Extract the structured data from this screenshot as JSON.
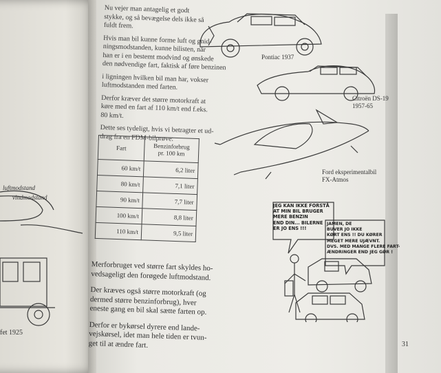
{
  "intro": {
    "l1": "Nu vejer man antagelig et godt",
    "l2": "stykke, og så bevægelse dels ikke så",
    "l3": "fuldt frem.",
    "l4": "Hvis man bil kunne forme luft og gnid-",
    "l5": "ningsmodstanden, kunne bilisten, når",
    "l6": "han er i en bestemt modvind og ønskede",
    "l7": "den nødvendige fart, faktisk af føre benzinen",
    "l8": "i ligningen hvilken bil man har, vokser",
    "l9": "luftmodstanden med farten.",
    "l10": "Derfor kræver det større motorkraft at",
    "l11": "køre med en fart af 110 km/t end f.eks.",
    "l12": "80 km/t.",
    "l13": "Dette ses tydeligt, hvis vi betragter et ud-",
    "l14": "drag fra en FDM-bilprøve:"
  },
  "table": {
    "h_speed": "Fart",
    "h_consumption": "Benzinforbrug",
    "h_unit": "pr. 100 km",
    "rows": [
      {
        "speed": "60 km/t",
        "value": "6,2 liter"
      },
      {
        "speed": "80 km/t",
        "value": "7,1 liter"
      },
      {
        "speed": "90 km/t",
        "value": "7,7 liter"
      },
      {
        "speed": "100 km/t",
        "value": "8,8 liter"
      },
      {
        "speed": "110 km/t",
        "value": "9,5 liter"
      }
    ]
  },
  "body": {
    "p1a": "Merforbruget ved større fart skyldes ho-",
    "p1b": "vedsageligt den forøgede luftmodstand.",
    "p2a": "Der kræves også større motorkraft (og",
    "p2b": "dermed større benzinforbrug), hver",
    "p2c": "eneste gang en bil skal sætte farten op.",
    "p3a": "Derfor er bykørsel dyrere end lande-",
    "p3b": "vejskørsel, idet man hele tiden er tvun-",
    "p3c": "get til at ændre fart."
  },
  "captions": {
    "pontiac": "Pontiac 1937",
    "citroen1": "Citroën DS-19",
    "citroen2": "1957-65",
    "ford1": "Ford eksperimentalbil",
    "ford2": "FX-Atmos",
    "left": "fet 1925"
  },
  "left_labels": {
    "a": "luftmodstand",
    "b": "vindmodstand"
  },
  "cartoon": {
    "b1": [
      "JEG KAN IKKE FORSTÅ",
      "AT MIN BIL BRUGER",
      "MERE BENZIN",
      "END DIN... BILERNE",
      "ER JO ENS !!!"
    ],
    "b2": [
      "JAMEN, DE",
      "BUVER JO IKKE",
      "KØRT ENS !! DU KØRER",
      "MEGET MERE UJÆVNT.",
      "DVS. MED MANGE FLERE FART-",
      "ÆNDRINGER END JEG GØR !"
    ]
  },
  "page_number": "31"
}
